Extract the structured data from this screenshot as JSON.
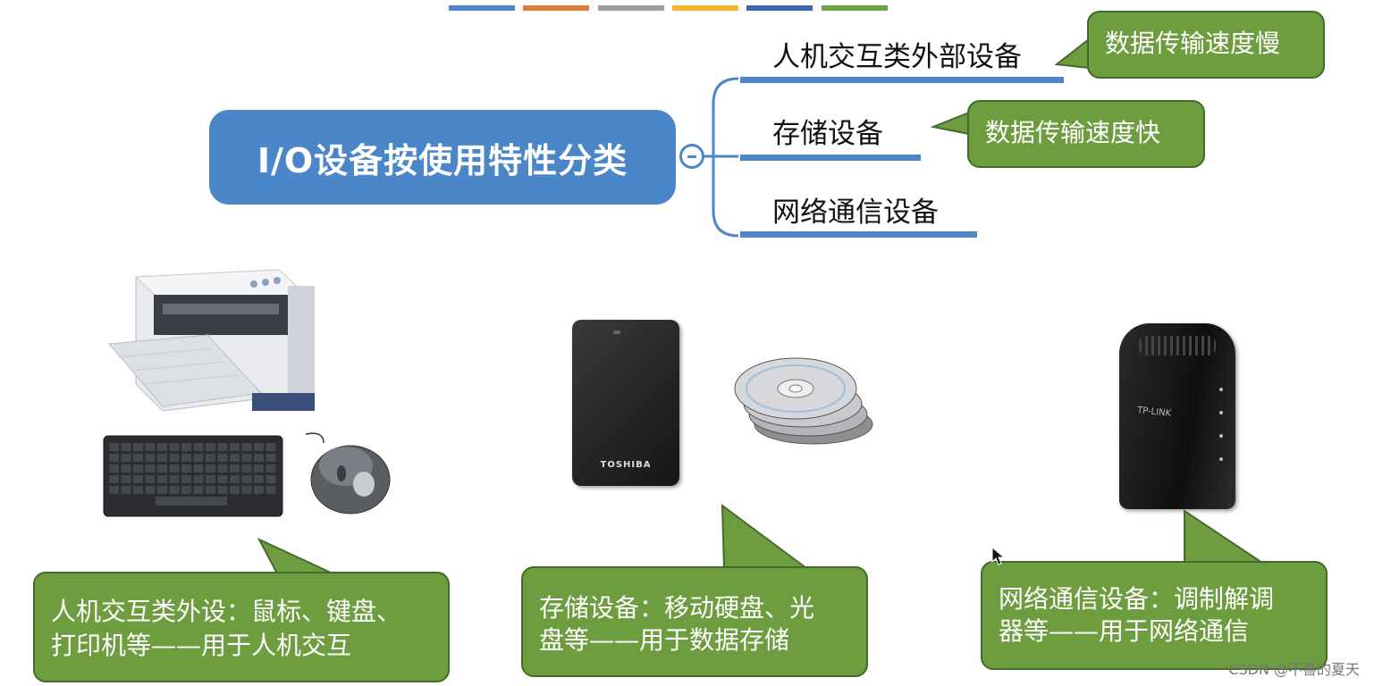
{
  "colors": {
    "root_fill": "#4a86c8",
    "branch_line": "#4a86c8",
    "callout_fill": "#6d9d3f",
    "callout_border": "#446b2c",
    "topbars": [
      "#4e87c9",
      "#e07b39",
      "#9e9e9e",
      "#f5b731",
      "#3f68b3",
      "#6ca544"
    ]
  },
  "root": {
    "label": "I/O设备按使用特性分类"
  },
  "branches": [
    {
      "label": "人机交互类外部设备",
      "note": "数据传输速度慢"
    },
    {
      "label": "存储设备",
      "note": "数据传输速度快"
    },
    {
      "label": "网络通信设备"
    }
  ],
  "callouts": [
    {
      "line1": "人机交互类外设：鼠标、键盘、",
      "line2": "打印机等——用于人机交互"
    },
    {
      "line1": "存储设备：移动硬盘、光",
      "line2": "盘等——用于数据存储"
    },
    {
      "line1": "网络通信设备：调制解调",
      "line2": "器等——用于网络通信"
    }
  ],
  "device_labels": {
    "hard_disk_brand": "TOSHIBA",
    "modem_brand": "TP-LINK"
  },
  "watermark": "CSDN @不喜的夏天",
  "icons": {
    "collapse": "minus-circle-icon",
    "cursor": "mouse-pointer-icon"
  }
}
